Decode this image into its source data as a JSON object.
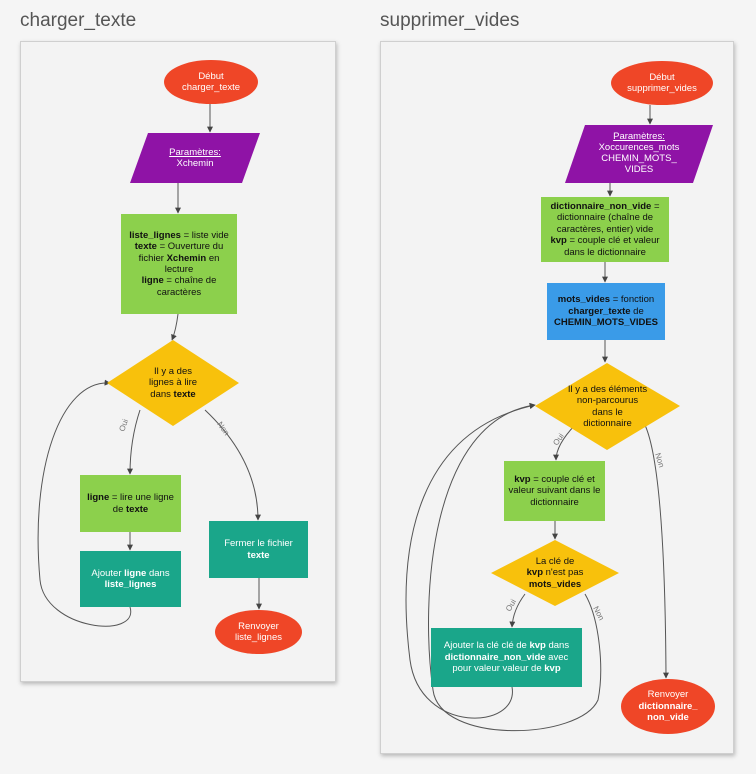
{
  "left": {
    "title": "charger_texte",
    "start": {
      "l1": "Début",
      "l2": "charger_texte"
    },
    "params": {
      "label": "Paramètres:",
      "value": "Xchemin"
    },
    "init": {
      "a_b": "liste_lignes",
      "a_t": " = liste vide",
      "b_b": "texte",
      "b_t": " = Ouverture du fichier ",
      "b_b2": "Xchemin",
      "b_t2": " en lecture",
      "c_b": "ligne",
      "c_t": " = chaîne de caractères"
    },
    "cond": {
      "t": "Il y a des lignes à lire dans ",
      "b": "texte"
    },
    "read": {
      "b": "ligne",
      "t": " = lire une ligne de ",
      "b2": "texte"
    },
    "add": {
      "t": "Ajouter ",
      "b": "ligne",
      "t2": " dans ",
      "b2": "liste_lignes"
    },
    "close": {
      "t": "Fermer le fichier ",
      "b": "texte"
    },
    "ret": {
      "l1": "Renvoyer",
      "l2": "liste_lignes"
    },
    "yes": "Oui",
    "no": "Non"
  },
  "right": {
    "title": "supprimer_vides",
    "start": {
      "l1": "Début",
      "l2": "supprimer_vides"
    },
    "params": {
      "label": "Paramètres:",
      "v1": "Xoccurences_mots",
      "v2": "CHEMIN_MOTS_",
      "v3": "VIDES"
    },
    "init": {
      "a_b": "dictionnaire_non_vide",
      "a_t": " = dictionnaire (chaîne de caractères, entier) vide",
      "b_b": "kvp",
      "b_t": " = couple clé et valeur dans le dictionnaire"
    },
    "call": {
      "b": "mots_vides",
      "t": " = fonction ",
      "b2": "charger_texte",
      "t2": " de ",
      "b3": "CHEMIN_MOTS_VIDES"
    },
    "cond1": {
      "t": "Il y a des éléments non-parcourus dans le dictionnaire"
    },
    "next": {
      "b": "kvp",
      "t": " = couple clé et valeur suivant dans le dictionnaire"
    },
    "cond2": {
      "t": "La clé de ",
      "b": "kvp",
      "t2": " n'est pas ",
      "b2": "mots_vides"
    },
    "add": {
      "t": "Ajouter la clé clé de ",
      "b": "kvp",
      "t2": " dans ",
      "b2": "dictionnaire_non_vide",
      "t3": " avec pour valeur valeur de ",
      "b3": "kvp"
    },
    "ret": {
      "l1": "Renvoyer",
      "l2": "dictionnaire_",
      "l3": "non_vide"
    },
    "yes1": "Oui",
    "no1": "Non",
    "yes2": "Oui",
    "no2": "Non"
  },
  "colors": {
    "terminal": "#ef4627",
    "io": "#8f13a6",
    "process": "#8cd04c",
    "action": "#1aa68a",
    "call": "#3a9be8",
    "decision": "#f8c10c"
  }
}
